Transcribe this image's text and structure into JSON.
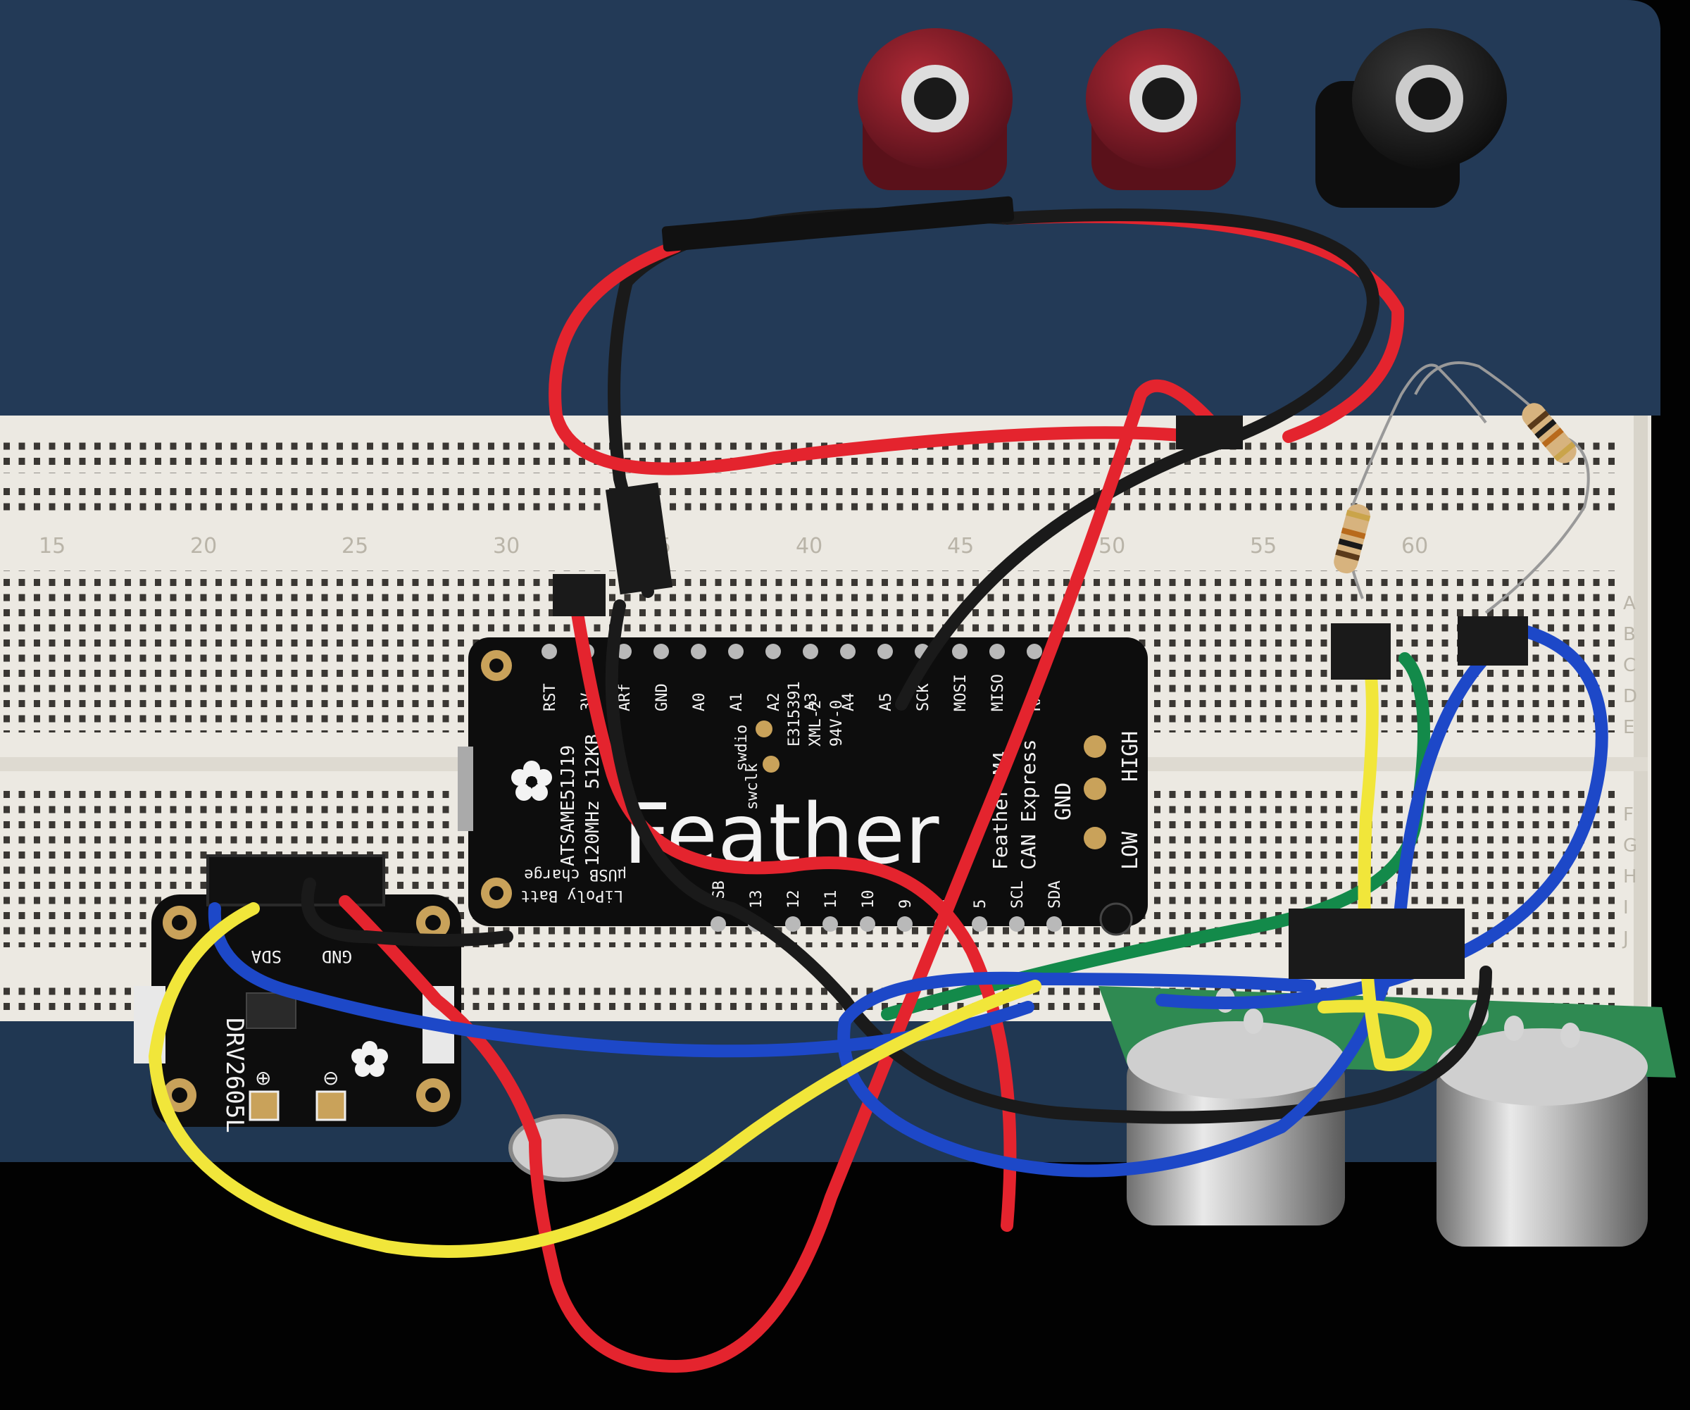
{
  "breadboard": {
    "column_numbers": [
      "15",
      "20",
      "25",
      "30",
      "35",
      "40",
      "45",
      "50",
      "55",
      "60"
    ],
    "row_letters": [
      "A",
      "B",
      "C",
      "D",
      "E",
      "F",
      "G",
      "H",
      "I",
      "J"
    ]
  },
  "feather": {
    "top_pins": [
      "RST",
      "3V",
      "ARf",
      "GND",
      "A0",
      "A1",
      "A2",
      "A3",
      "A4",
      "A5",
      "SCK",
      "MOSI",
      "MISO",
      "RX"
    ],
    "bottom_pins": [
      "USB",
      "13",
      "12",
      "11",
      "10",
      "9",
      "6",
      "5",
      "SCL",
      "SDA"
    ],
    "chip_text": [
      "ATSAME51J19",
      "120MHz 512KB"
    ],
    "logo_text": "Feather",
    "model_text": [
      "Feather M4",
      "CAN Express"
    ],
    "markings": [
      "swdio",
      "swclk",
      "E315391",
      "XML-2",
      "94V-0"
    ],
    "battery_text": [
      "μUSB charge",
      "LiPoly Batt"
    ],
    "can_pins": [
      "HIGH",
      "GND",
      "LOW"
    ]
  },
  "driver_board": {
    "name": "DRV2605L",
    "pin_labels": [
      "SDA",
      "GND"
    ],
    "terminal_plus": "⊕",
    "terminal_minus": "⊖"
  },
  "colors": {
    "panel": "#233a57",
    "breadboard": "#ece9e2",
    "pcb": "#0d0d0d",
    "wire_red": "#e4242e",
    "wire_black": "#1a1a1a",
    "wire_blue": "#1d48c8",
    "wire_yellow": "#f1e63a",
    "wire_green": "#138a4a",
    "post_red": "#7a1620",
    "post_black": "#1b1b1b",
    "sensor_pcb": "#2f8a52"
  }
}
